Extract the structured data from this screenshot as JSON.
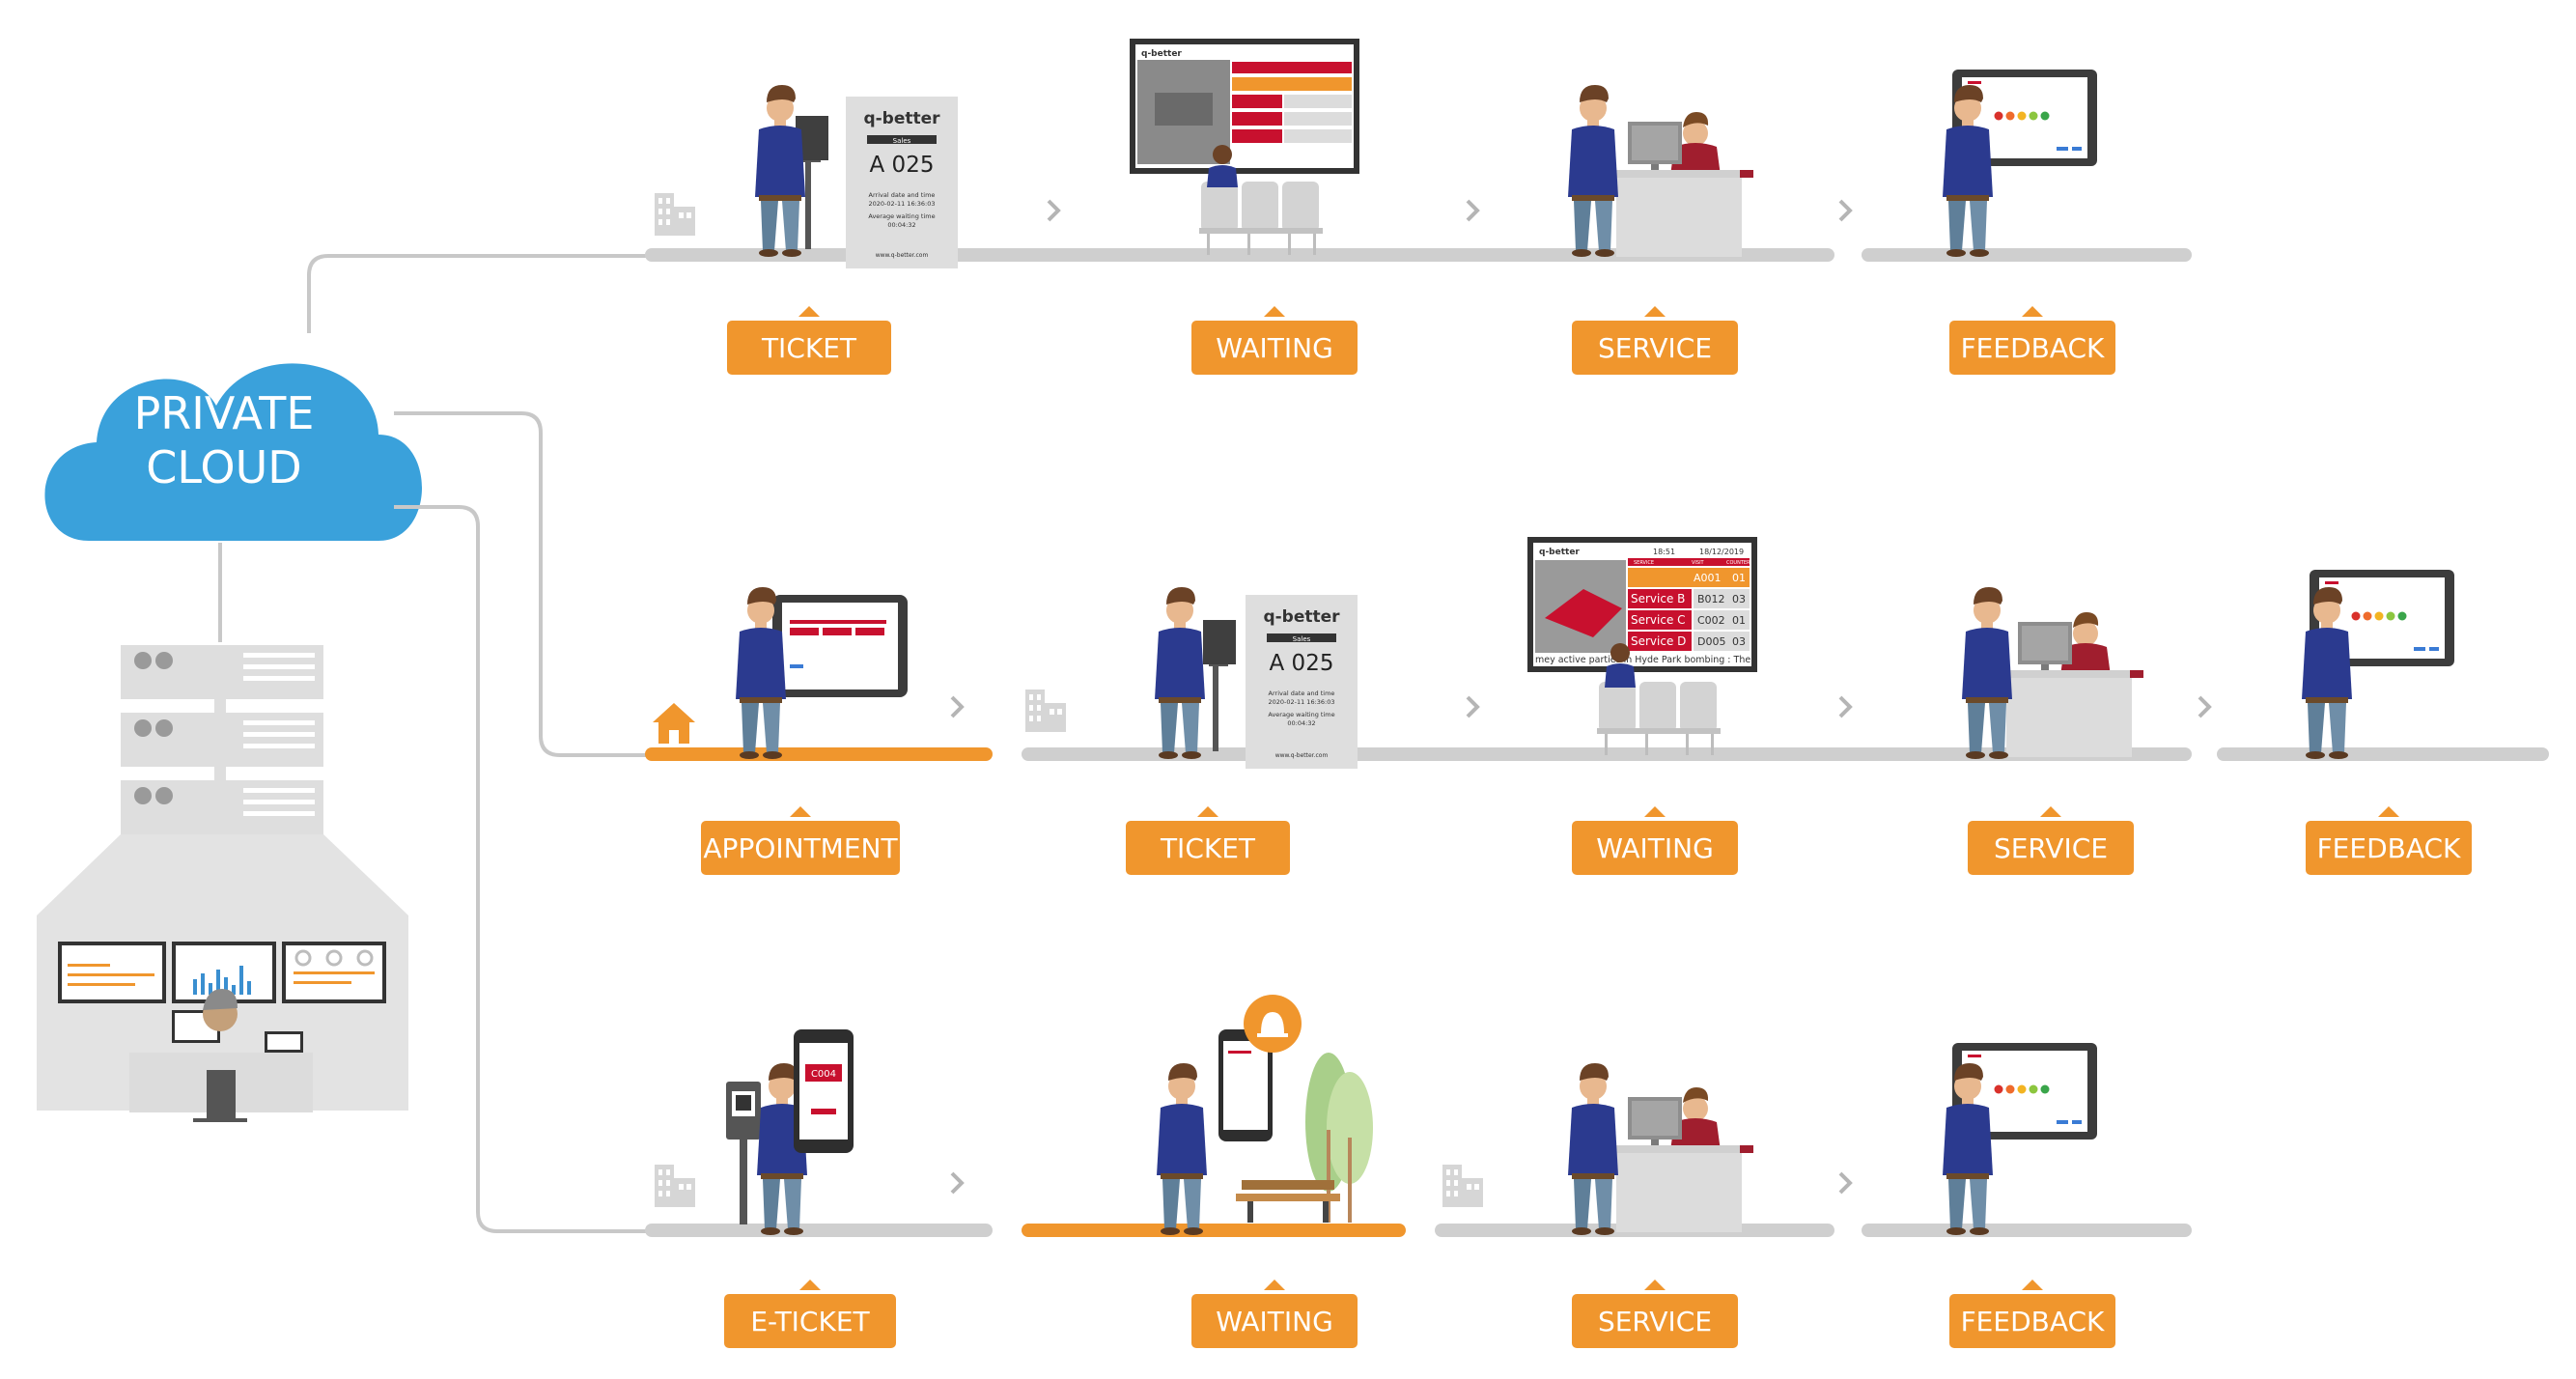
{
  "cloud": {
    "line1": "PRIVATE",
    "line2": "CLOUD"
  },
  "brand": "q-better",
  "ticket": {
    "department": "Sales",
    "number": "A 025",
    "arrival_label": "Arrival date and time",
    "arrival_value": "2020-02-11 16:36:03",
    "wait_label": "Average waiting time",
    "wait_value": "00:04:32",
    "url": "www.q-better.com"
  },
  "display": {
    "time": "18:51",
    "date": "18/12/2019",
    "header_left": "SERVICE",
    "header_mid": "VISIT",
    "header_right": "COUNTER",
    "rows": [
      {
        "service": "",
        "ticket": "A001",
        "counter": "01",
        "highlight": true
      },
      {
        "service": "Service B",
        "ticket": "B012",
        "counter": "03",
        "highlight": false
      },
      {
        "service": "Service C",
        "ticket": "C002",
        "counter": "01",
        "highlight": false
      },
      {
        "service": "Service D",
        "ticket": "D005",
        "counter": "03",
        "highlight": false
      }
    ],
    "ticker": "mey active parties in Hyde Park bombing : The"
  },
  "phone_ticket": "C004",
  "rows": [
    {
      "steps": [
        "TICKET",
        "WAITING",
        "SERVICE",
        "FEEDBACK"
      ]
    },
    {
      "steps": [
        "APPOINTMENT",
        "TICKET",
        "WAITING",
        "SERVICE",
        "FEEDBACK"
      ]
    },
    {
      "steps": [
        "E-TICKET",
        "WAITING",
        "SERVICE",
        "FEEDBACK"
      ]
    }
  ],
  "colors": {
    "orange": "#f0962d",
    "blue_cloud": "#3aa1db",
    "track_gray": "#cfcfcf",
    "line_gray": "#c8c8c8",
    "brand_red": "#c8102e",
    "dark": "#3a3a3a"
  }
}
